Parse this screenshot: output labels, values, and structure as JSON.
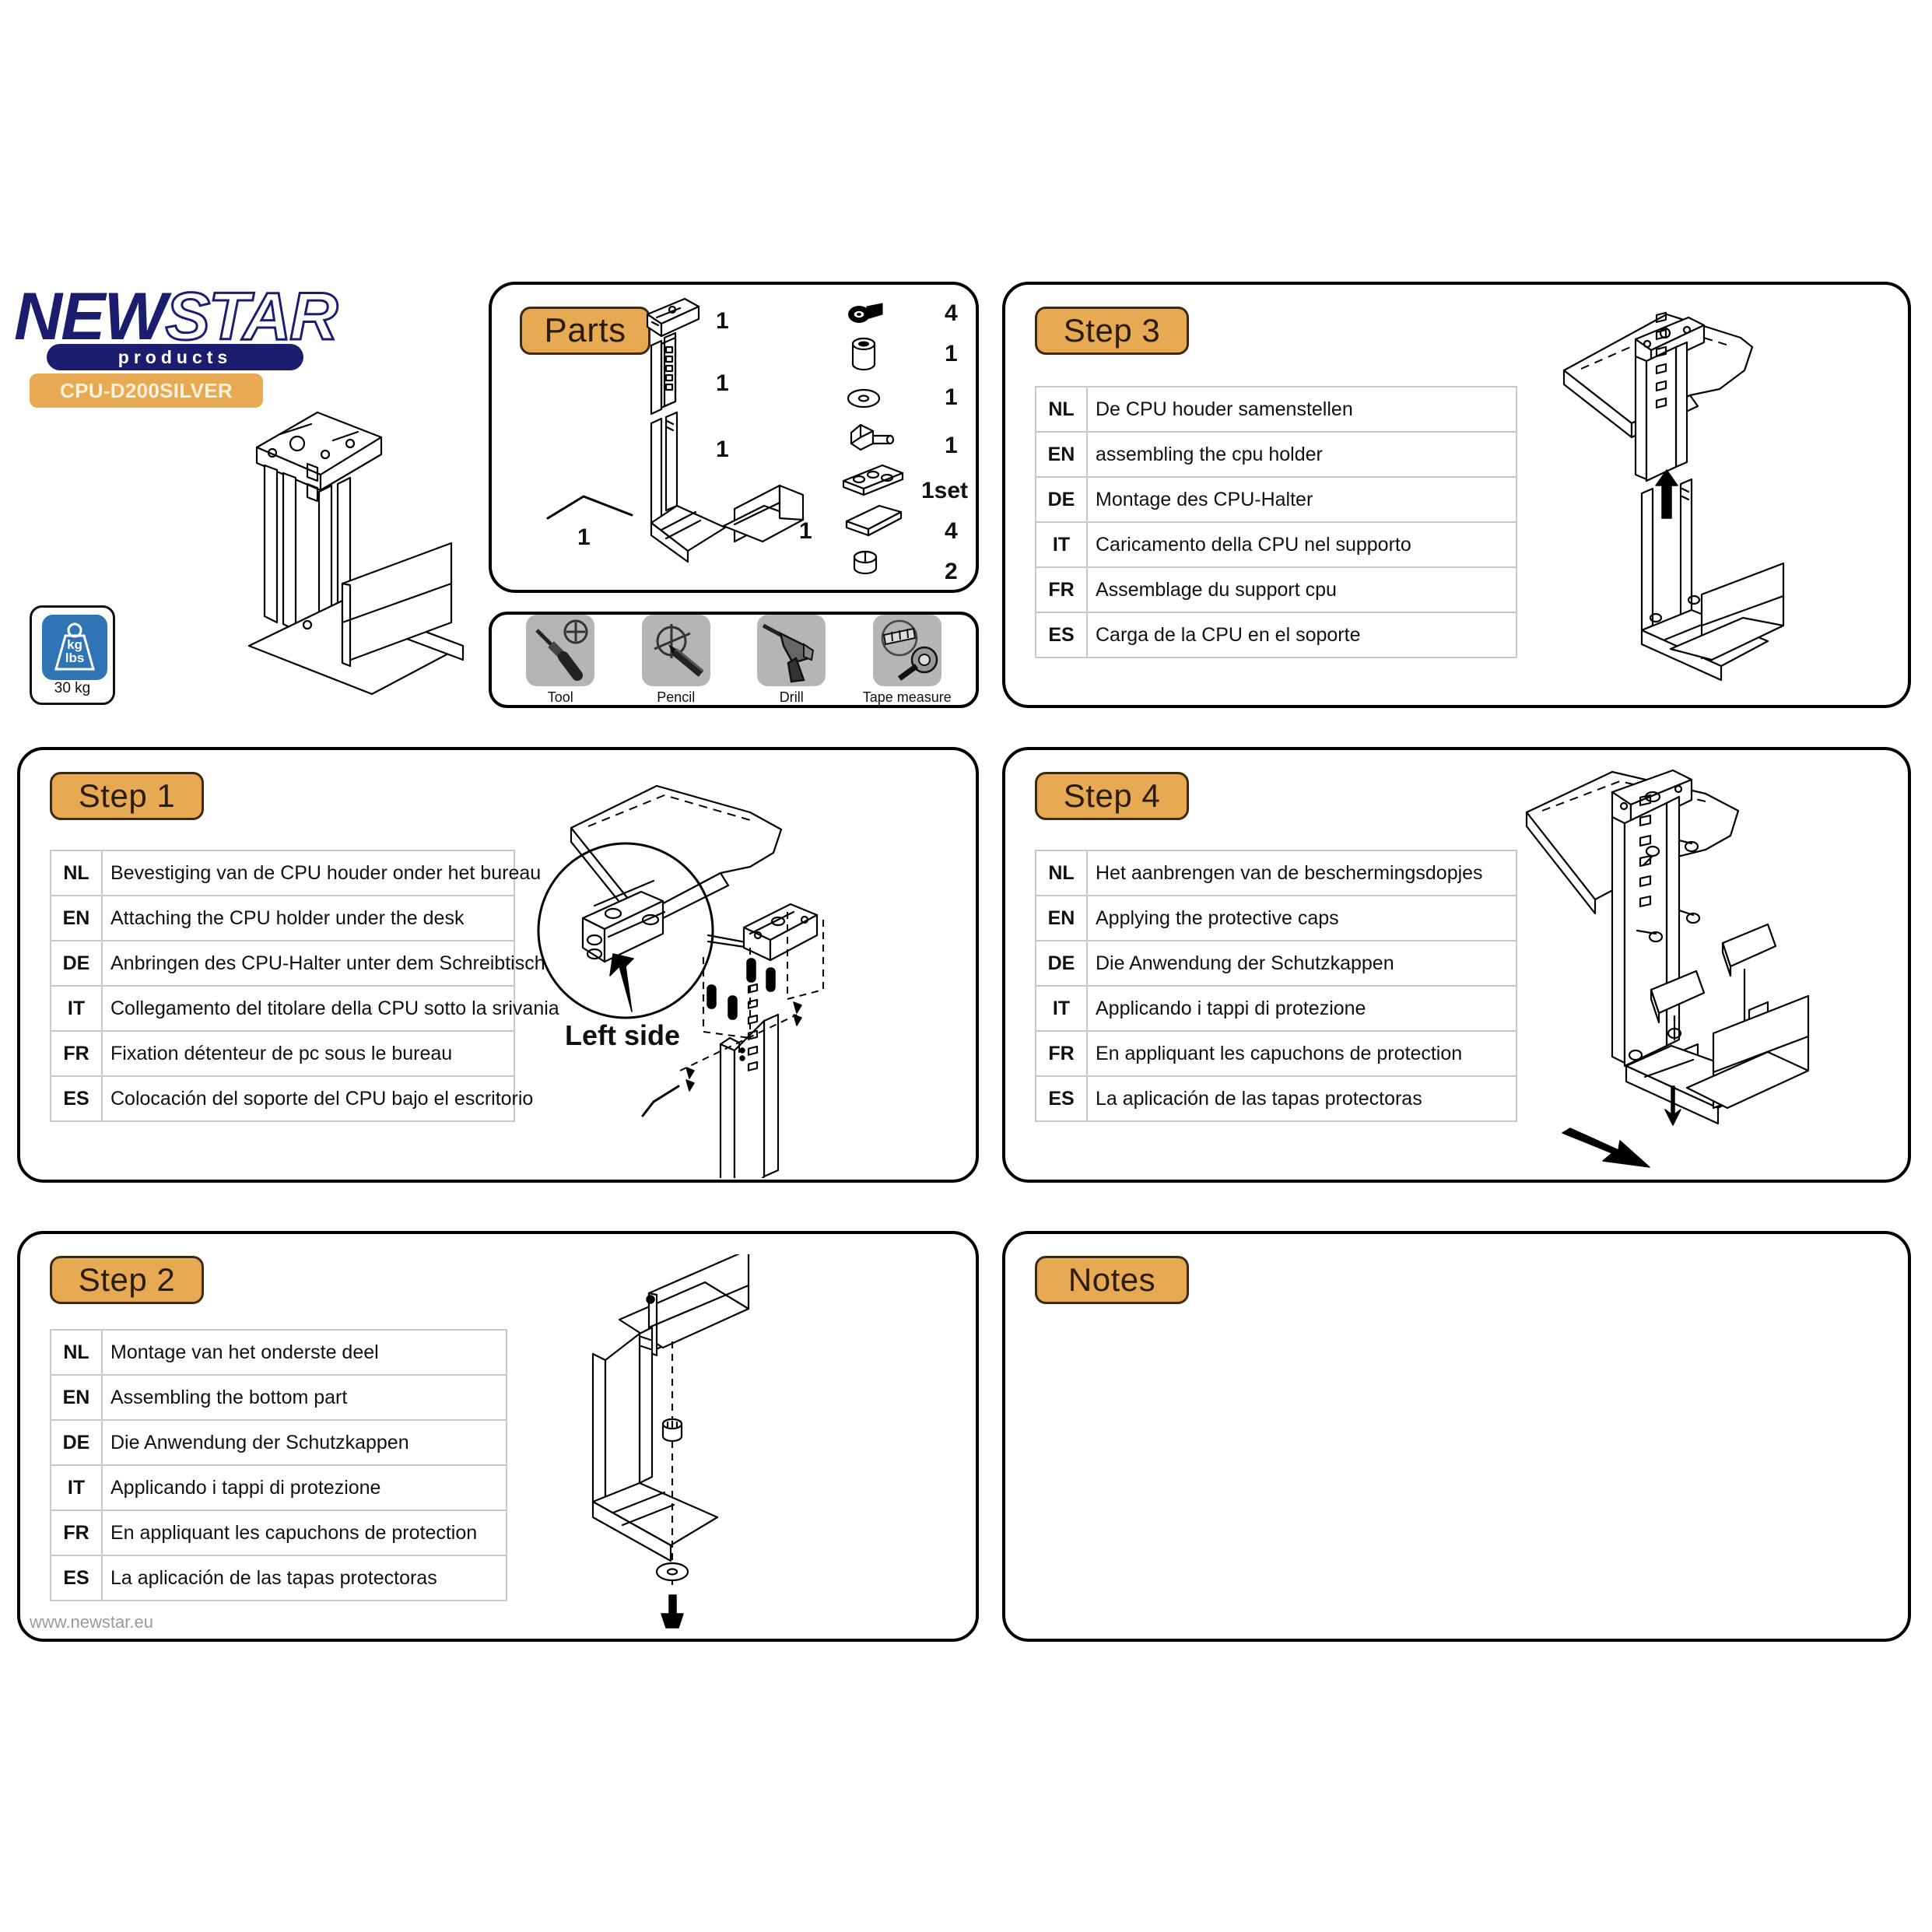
{
  "brand": {
    "logo_word1": "NEW",
    "logo_word2": "STAR",
    "logo_tagline": "products",
    "model": "CPU-D200SILVER",
    "website": "www.newstar.eu"
  },
  "weight": {
    "icon_line1": "kg",
    "icon_line2": "lbs",
    "capacity": "30 kg"
  },
  "parts": {
    "title": "Parts",
    "left_items": [
      {
        "name": "top-mounting-bracket",
        "qty": "1"
      },
      {
        "name": "upper-rail-assembly",
        "qty": "1"
      },
      {
        "name": "lower-bracket-assembly",
        "qty": "1"
      },
      {
        "name": "front-support-plate",
        "qty": "1"
      },
      {
        "name": "allen-key",
        "qty": "1"
      }
    ],
    "right_items": [
      {
        "name": "hex-bolt",
        "qty": "4"
      },
      {
        "name": "spacer-sleeve",
        "qty": "1"
      },
      {
        "name": "washer",
        "qty": "1"
      },
      {
        "name": "knob-screw",
        "qty": "1"
      },
      {
        "name": "drill-template",
        "qty": "1set"
      },
      {
        "name": "protective-cap-pad",
        "qty": "4"
      },
      {
        "name": "rubber-foot",
        "qty": "2"
      }
    ]
  },
  "tools": [
    {
      "label": "Tool",
      "icon": "screwdriver-icon"
    },
    {
      "label": "Pencil",
      "icon": "pencil-icon"
    },
    {
      "label": "Drill",
      "icon": "drill-icon"
    },
    {
      "label": "Tape measure",
      "icon": "tape-measure-icon"
    }
  ],
  "steps": [
    {
      "title": "Step 1",
      "annotation": "Left side",
      "rows": [
        {
          "code": "NL",
          "text": "Bevestiging van de CPU houder  onder het bureau"
        },
        {
          "code": "EN",
          "text": "Attaching the CPU holder under the desk"
        },
        {
          "code": "DE",
          "text": "Anbringen des CPU-Halter unter dem Schreibtisch"
        },
        {
          "code": "IT",
          "text": "Collegamento del titolare della CPU sotto la srivania"
        },
        {
          "code": "FR",
          "text": "Fixation détenteur de pc  sous le bureau"
        },
        {
          "code": "ES",
          "text": "Colocación del soporte del CPU bajo el escritorio"
        }
      ]
    },
    {
      "title": "Step 2",
      "rows": [
        {
          "code": "NL",
          "text": "Montage van het onderste deel"
        },
        {
          "code": "EN",
          "text": "Assembling the bottom part"
        },
        {
          "code": "DE",
          "text": "Die Anwendung der Schutzkappen"
        },
        {
          "code": "IT",
          "text": "Applicando i tappi di protezione"
        },
        {
          "code": "FR",
          "text": "En appliquant les capuchons de protection"
        },
        {
          "code": "ES",
          "text": "La aplicación de las tapas protectoras"
        }
      ]
    },
    {
      "title": "Step 3",
      "rows": [
        {
          "code": "NL",
          "text": "De  CPU houder samenstellen"
        },
        {
          "code": "EN",
          "text": "assembling the cpu holder"
        },
        {
          "code": "DE",
          "text": "Montage des CPU-Halter"
        },
        {
          "code": "IT",
          "text": "Caricamento della CPU nel supporto"
        },
        {
          "code": "FR",
          "text": "Assemblage du support cpu"
        },
        {
          "code": "ES",
          "text": "Carga de la CPU en el soporte"
        }
      ]
    },
    {
      "title": "Step 4",
      "rows": [
        {
          "code": "NL",
          "text": "Het aanbrengen van de beschermingsdopjes"
        },
        {
          "code": "EN",
          "text": "Applying the protective caps"
        },
        {
          "code": "DE",
          "text": "Die Anwendung der Schutzkappen"
        },
        {
          "code": "IT",
          "text": "Applicando i tappi di protezione"
        },
        {
          "code": "FR",
          "text": "En appliquant les capuchons de protection"
        },
        {
          "code": "ES",
          "text": "La aplicación de las tapas protectoras"
        }
      ]
    }
  ],
  "notes": {
    "title": "Notes",
    "body": ""
  },
  "colors": {
    "tag_fill": "#e7a951",
    "tag_border": "#3d2a12",
    "logo_blue": "#1d1d70",
    "weight_blue": "#2f74b5",
    "table_border": "#c9c9c9"
  }
}
